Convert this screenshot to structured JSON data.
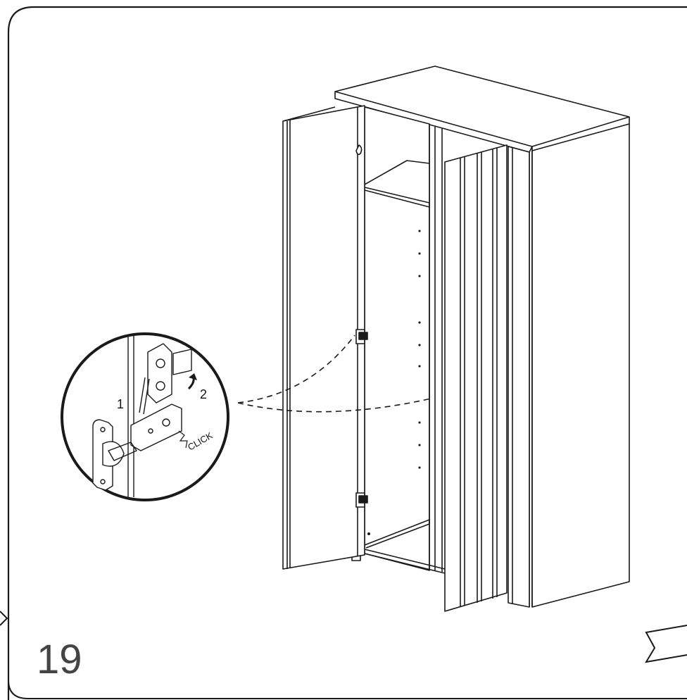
{
  "step": {
    "number": "19"
  },
  "detail": {
    "label_1": "1",
    "label_2": "2",
    "click_text": "CLICK"
  },
  "colors": {
    "line": "#1a1a1a",
    "step_number": "#444444",
    "background": "#ffffff"
  }
}
